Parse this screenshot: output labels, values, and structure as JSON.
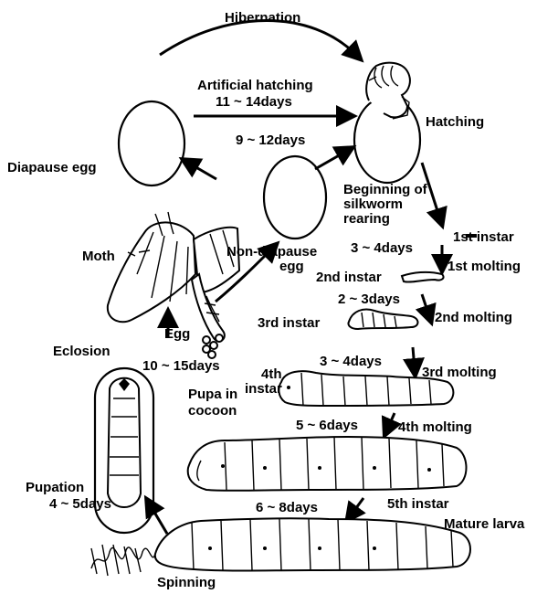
{
  "labels": {
    "hibernation": "Hibernation",
    "artificial_hatching": "Artificial hatching",
    "days_11_14": "11 ~ 14days",
    "days_9_12": "9 ~ 12days",
    "hatching": "Hatching",
    "diapause_egg": "Diapause egg",
    "beginning_1": "Beginning of",
    "beginning_2": "silkworm",
    "beginning_3": "rearing",
    "first_instar": "1st instar",
    "days_3_4_a": "3 ~ 4days",
    "first_molting": "1st molting",
    "moth": "Moth",
    "non_diapause_1": "Non-diapause",
    "non_diapause_2": "egg",
    "second_instar": "2nd instar",
    "days_2_3": "2 ~ 3days",
    "third_instar": "3rd instar",
    "second_molting": "2nd molting",
    "egg": "Egg",
    "eclosion": "Eclosion",
    "days_3_4_b": "3 ~ 4days",
    "third_molting": "3rd molting",
    "days_10_15": "10 ~ 15days",
    "fourth_1": "4th",
    "fourth_2": "instar",
    "pupa_1": "Pupa in",
    "pupa_2": "cocoon",
    "days_5_6": "5 ~ 6days",
    "fourth_molting": "4th molting",
    "pupation": "Pupation",
    "days_4_5": "4 ~ 5days",
    "fifth_instar": "5th instar",
    "days_6_8": "6 ~ 8days",
    "mature_larva": "Mature larva",
    "spinning": "Spinning"
  }
}
